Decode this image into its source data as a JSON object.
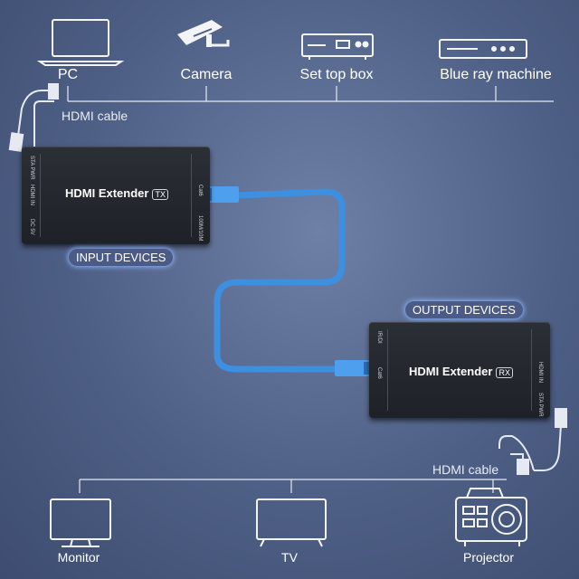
{
  "sources": [
    {
      "label": "PC",
      "icon": "laptop-icon"
    },
    {
      "label": "Camera",
      "icon": "cctv-camera-icon"
    },
    {
      "label": "Set top box",
      "icon": "set-top-box-icon"
    },
    {
      "label": "Blue ray machine",
      "icon": "bluray-player-icon"
    }
  ],
  "outputs": [
    {
      "label": "Monitor",
      "icon": "monitor-icon"
    },
    {
      "label": "TV",
      "icon": "tv-icon"
    },
    {
      "label": "Projector",
      "icon": "projector-icon"
    }
  ],
  "hdmi_cable_label_top": "HDMI cable",
  "hdmi_cable_label_bottom": "HDMI cable",
  "transmitter": {
    "title": "HDMI Extender",
    "badge": "TX",
    "group_label": "INPUT DEVICES",
    "ports": {
      "status": "STA PWR",
      "hdmi": "HDMI IN",
      "dc": "DC 5V",
      "cat": "Cat6",
      "speed": "100M/10M"
    }
  },
  "receiver": {
    "title": "HDMI Extender",
    "badge": "RX",
    "group_label": "OUTPUT DEVICES",
    "ports": {
      "ir": "IR/DI",
      "cat": "Cat6",
      "hdmi": "HDMI IN",
      "status": "STA PWR"
    }
  },
  "colors": {
    "cable": "#3d8fe0",
    "line": "#e6e9f2",
    "glow": "#8fb7ff"
  }
}
